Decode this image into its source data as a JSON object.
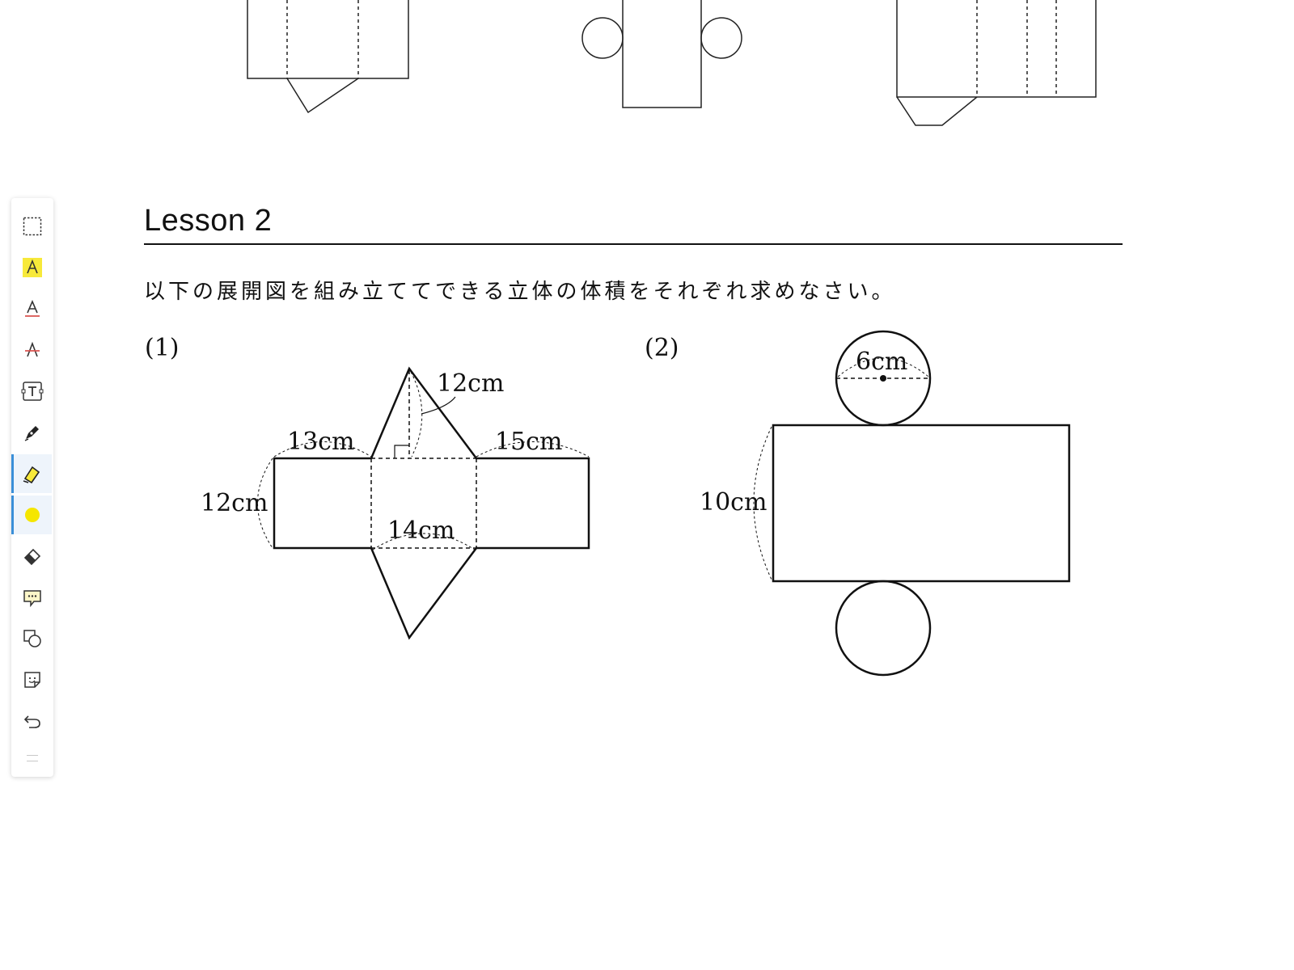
{
  "lesson": {
    "title": "Lesson 2",
    "instruction": "以下の展開図を組み立ててできる立体の体積をそれぞれ求めなさい。"
  },
  "problems": [
    {
      "number": "(1)",
      "labels": {
        "triangle_height": "12cm",
        "left_side": "13cm",
        "right_side": "15cm",
        "height": "12cm",
        "base": "14cm"
      }
    },
    {
      "number": "(2)",
      "labels": {
        "diameter": "6cm",
        "height": "10cm"
      }
    }
  ],
  "toolbar": {
    "tools": [
      {
        "name": "selection-tool",
        "icon": "dashed-rectangle-icon"
      },
      {
        "name": "highlight-text-tool",
        "icon": "text-highlight-icon"
      },
      {
        "name": "underline-text-tool",
        "icon": "text-underline-icon"
      },
      {
        "name": "strikethrough-text-tool",
        "icon": "text-strikethrough-icon"
      },
      {
        "name": "textbox-tool",
        "icon": "textbox-icon"
      },
      {
        "name": "pen-tool",
        "icon": "pen-icon"
      },
      {
        "name": "highlighter-tool",
        "icon": "highlighter-icon",
        "active": true
      },
      {
        "name": "color-picker",
        "icon": "color-dot-icon",
        "active": true
      },
      {
        "name": "eraser-tool",
        "icon": "eraser-icon"
      },
      {
        "name": "comment-tool",
        "icon": "comment-icon"
      },
      {
        "name": "shape-tool",
        "icon": "shapes-icon"
      },
      {
        "name": "sticker-tool",
        "icon": "sticker-icon"
      },
      {
        "name": "undo-button",
        "icon": "undo-icon"
      }
    ],
    "active_color": "#f5e600",
    "active_indicator_color": "#3a8fd8"
  }
}
